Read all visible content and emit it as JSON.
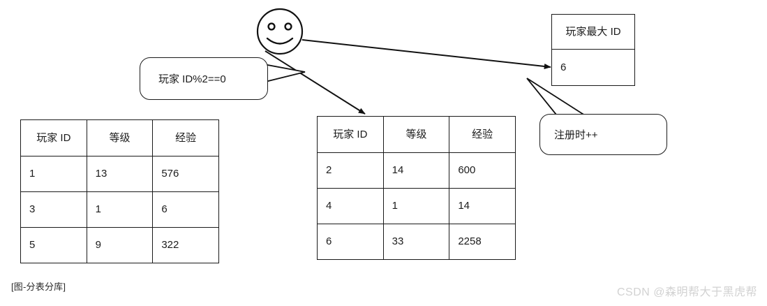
{
  "figure": {
    "caption": "[图-分表分库]",
    "watermark": "CSDN @森明帮大于黑虎帮"
  },
  "actor": {
    "icon": "smiley-face",
    "label": ""
  },
  "callouts": [
    {
      "id": "even-rule",
      "text": "玩家 ID%2==0"
    },
    {
      "id": "register-rule",
      "text": "注册时++"
    }
  ],
  "tables": {
    "shard_odd": {
      "headers": [
        "玩家 ID",
        "等级",
        "经验"
      ],
      "rows": [
        [
          "1",
          "13",
          "576"
        ],
        [
          "3",
          "1",
          "6"
        ],
        [
          "5",
          "9",
          "322"
        ]
      ]
    },
    "shard_even": {
      "headers": [
        "玩家 ID",
        "等级",
        "经验"
      ],
      "rows": [
        [
          "2",
          "14",
          "600"
        ],
        [
          "4",
          "1",
          "14"
        ],
        [
          "6",
          "33",
          "2258"
        ]
      ]
    },
    "max_id": {
      "headers": [
        "玩家最大 ID"
      ],
      "rows": [
        [
          "6"
        ]
      ]
    }
  },
  "colors": {
    "stroke": "#1a1a1a",
    "text": "#1c1c1c",
    "background": "#ffffff",
    "watermark": "#d2d2d2"
  }
}
